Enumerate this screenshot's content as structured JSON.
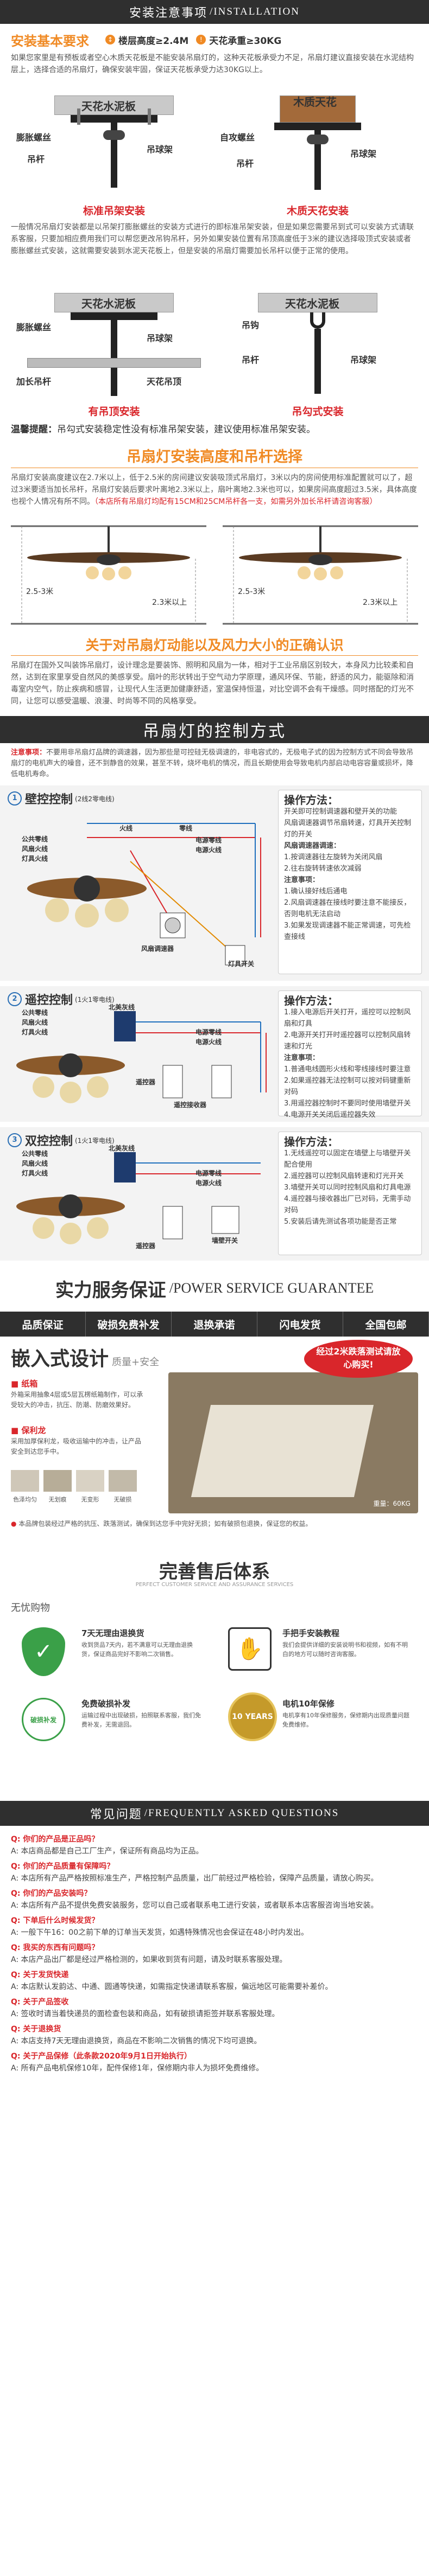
{
  "install_header": {
    "zh": "安装注意事项",
    "en": "/INSTALLATION"
  },
  "basic": {
    "title": "安装基本要求",
    "height_label": "楼层高度≥2.4M",
    "load_label": "天花承重≥30KG",
    "intro": "如果您家里是有预板或者空心木质天花板是不能安装吊扇灯的，这种天花板承受力不足，吊扇灯建议直接安装在水泥结构层上，选择合适的吊扇灯，确保安装牢固，保证天花板承受力达30KG以上。"
  },
  "mount1": {
    "ceiling": "天花水泥板",
    "a": "膨胀螺丝",
    "b": "吊杆",
    "c": "吊球架",
    "caption": "标准吊架安装"
  },
  "mount2": {
    "ceiling": "木质天花",
    "a": "自攻螺丝",
    "b": "吊杆",
    "c": "吊球架",
    "caption": "木质天花安装"
  },
  "explain": "一般情况吊扇灯安装都是以吊架打膨胀螺丝的安装方式进行的即标准吊架安装，但是如果您需要吊到式可以安装方式请联系客服，只要加相应费用我们可以帮您更改吊钩吊杆，另外如果安装位置有吊顶高度低于3米的建议选择吸顶式安装或者膨胀螺丝式安装，这就需要安装到水泥天花板上，但是安装的吊扇灯需要加长吊杆以便于正常的使用。",
  "mount3": {
    "ceiling": "天花水泥板",
    "a": "膨胀螺丝",
    "b": "加长吊杆",
    "c": "吊球架",
    "d": "天花吊顶",
    "caption": "有吊顶安装"
  },
  "mount4": {
    "ceiling": "天花水泥板",
    "a": "吊钩",
    "b": "吊杆",
    "c": "吊球架",
    "caption": "吊勾式安装"
  },
  "tip": {
    "label": "温馨提醒：",
    "text": "吊勾式安装稳定性没有标准吊架安装，建议使用标准吊架安装。"
  },
  "height": {
    "title": "吊扇灯安装高度和吊杆选择",
    "text": "吊扇灯安装高度建议在2.7米以上，低于2.5米的房间建议安装吸顶式吊扇灯，3米以内的房间使用标准配置就可以了，超过3米要适当加长吊杆，吊扇灯安装后要求叶离地2.3米以上，扇叶离地2.3米也可以，如果房间高度超过3.5米，具体高度也视个人情况有所不同。",
    "note": "（本店所有吊扇灯均配有15CM和25CM吊杆各一支，如需另外加长吊杆请咨询客服）",
    "dim1": "2.5-3米",
    "dim2": "2.3米以上",
    "dim3": "2.5-3米",
    "dim4": "2.3米以上"
  },
  "wind": {
    "title": "关于对吊扇灯动能以及风力大小的正确认识",
    "text": "吊扇灯在国外又叫装饰吊扇灯，设计理念是要装饰、照明和风扇为一体，相对于工业吊扇区别较大，本身风力比较柔和自然，达到在家里享受自然风的美感享受。扇叶的形状转出于空气动力学原理，通风环保、节能，舒适的风力，能驱除和消毒室内空气，防止疾病和感冒，让现代人生活更加健康舒适，室温保持恒温，对比空调不会有干燥感。同时搭配的灯光不同，让您可以感受温暖、浪漫、时尚等不同的风格享受。"
  },
  "control_header": {
    "title": "吊扇灯的控制方式"
  },
  "control_note": {
    "label": "注意事项：",
    "text": "不要用非吊扇灯品牌的调速器，因为那些是可控硅无极调速的，非电容式的，无极电子式的因为控制方式不同会导致吊扇灯的电机声大的噪音，还不到静音的效果，甚至不转，烧坏电机的情况，而且长期使用会导致电机内部启动电容容量或损坏，降低电机寿命。"
  },
  "ctrl1": {
    "title": "壁控控制",
    "sub": "(2线2零电线)",
    "labels": [
      "火线",
      "零线",
      "电源零线",
      "电源火线",
      "风扇调速器",
      "灯具开关",
      "公共零线",
      "风扇火线",
      "灯具火线"
    ],
    "op_title": "操作方法：",
    "op": [
      "开关即可控制调速器和壁开关的功能",
      "风扇调速器调节吊扇转速，灯具开关控制灯的开关",
      "风扇调速器调速：",
      "1.按调速器往左旋转为关闭风扇",
      "2.往右旋转转速依次减弱",
      "注意事项：",
      "1.确认接好线后通电",
      "2.风扇调速器在接线时要注意不能接反，否则电机无法启动",
      "3.如果发现调速器不能正常调速，可先检查接线"
    ]
  },
  "ctrl2": {
    "title": "遥控控制",
    "sub": "(1火1零电线)",
    "labels": [
      "北美灰线",
      "公共零线",
      "风扇火线",
      "灯具火线",
      "电源零线",
      "电源火线",
      "遥控器",
      "遥控接收器"
    ],
    "op_title": "操作方法：",
    "op": [
      "1.接入电源后开关打开，遥控可以控制风扇和灯具",
      "2.电源开关打开时遥控器可以控制风扇转速和灯光",
      "注意事项：",
      "1.普通电线圆形火线和零线接线时要注意",
      "2.如果遥控器无法控制可以按对码键重新对码",
      "3.用遥控器控制时不要同时使用墙壁开关",
      "4.电源开关关闭后遥控器失效"
    ]
  },
  "ctrl3": {
    "title": "双控控制",
    "sub": "(1火1零电线)",
    "labels": [
      "北美灰线",
      "公共零线",
      "风扇火线",
      "灯具火线",
      "电源零线",
      "电源火线",
      "遥控器",
      "墙壁开关"
    ],
    "op_title": "操作方法：",
    "op": [
      "1.无线遥控可以固定在墙壁上与墙壁开关配合使用",
      "2.遥控器可以控制风扇转速和灯光开关",
      "3.墙壁开关可以同时控制风扇和灯具电源",
      "4.遥控器与接收器出厂已对码，无需手动对码",
      "5.安装后请先测试各项功能是否正常"
    ]
  },
  "service": {
    "title": "实力服务保证",
    "en": "/POWER SERVICE GUARANTEE",
    "items": [
      "品质保证",
      "破损免费补发",
      "退换承诺",
      "闪电发货",
      "全国包邮"
    ]
  },
  "pack": {
    "title": "嵌入式设计",
    "sub": "质量+安全",
    "callout": "经过2米跌落测试请放心购买!",
    "p1_head": "■ 纸箱",
    "p1": "外箱采用抽象4层或5层瓦楞纸箱制作，可以承受较大的冲击，抗压、防潮、防磨效果好。",
    "p2_head": "■ 保利龙",
    "p2": "采用加厚保利龙，吸收运输中的冲击，让产品安全到达您手中。",
    "colors": [
      "色泽均匀",
      "无划痕",
      "无变形",
      "无破损"
    ],
    "weight": "重量：60KG",
    "note": "本品牌包装经过严格的抗压、跌落测试，确保到达您手中完好无损；如有破损包退换，保证您的权益。"
  },
  "after": {
    "title": "完善售后体系",
    "en": "PERFECT CUSTOMER SERVICE AND ASSURANCE SERVICES",
    "brand": "无忧购物",
    "b1_title": "7天无理由退换货",
    "b1": "收到货品7天内，若不满意可以无理由退换货，保证商品完好不影响二次销售。",
    "b2_title": "手把手安装教程",
    "b2": "我们会提供详细的安装说明书和视频，如有不明白的地方可以随时咨询客服。",
    "b3_title": "免费破损补发",
    "b3": "运输过程中出现破损，拍照联系客服，我们免费补发，无需退回。",
    "b4_title": "电机10年保修",
    "b4": "电机享有10年保修服务，保修期内出现质量问题免费维修。",
    "badge1": "破损补发",
    "badge2": "10 YEARS"
  },
  "faq": {
    "title": "常见问题",
    "en": "/FREQUENTLY ASKED QUESTIONS",
    "items": [
      {
        "q": "Q: 你们的产品是正品吗？",
        "a": "A: 本店商品都是自己工厂生产，保证所有商品均为正品。"
      },
      {
        "q": "Q: 你们的产品质量有保障吗？",
        "a": "A: 本店所有产品严格按照标准生产，严格控制产品质量，出厂前经过严格检验，保障产品质量，请放心购买。"
      },
      {
        "q": "Q: 你们的产品安装吗？",
        "a": "A: 本店所有产品不提供免费安装服务，您可以自己或者联系电工进行安装，或者联系本店客服咨询当地安装。"
      },
      {
        "q": "Q: 下单后什么时候发货？",
        "a": "A: 一般下午16：00之前下单的订单当天发货，如遇特殊情况也会保证在48小时内发出。"
      },
      {
        "q": "Q: 我买的东西有问题吗？",
        "a": "A: 本店产品出厂都是经过严格检测的，如果收到货有问题，请及时联系客服处理。"
      },
      {
        "q": "Q: 关于发货快递",
        "a": "A: 本店默认发韵达、中通、圆通等快递，如需指定快递请联系客服，偏远地区可能需要补差价。"
      },
      {
        "q": "Q: 关于产品签收",
        "a": "A: 签收时请当着快递员的面检查包装和商品，如有破损请拒签并联系客服处理。"
      },
      {
        "q": "Q: 关于退换货",
        "a": "A: 本店支持7天无理由退换货，商品在不影响二次销售的情况下均可退换。"
      },
      {
        "q": "Q: 关于产品保修（此条款2020年9月1日开始执行）",
        "a": "A: 所有产品电机保修10年，配件保修1年，保修期内非人为损坏免费维修。"
      }
    ]
  }
}
